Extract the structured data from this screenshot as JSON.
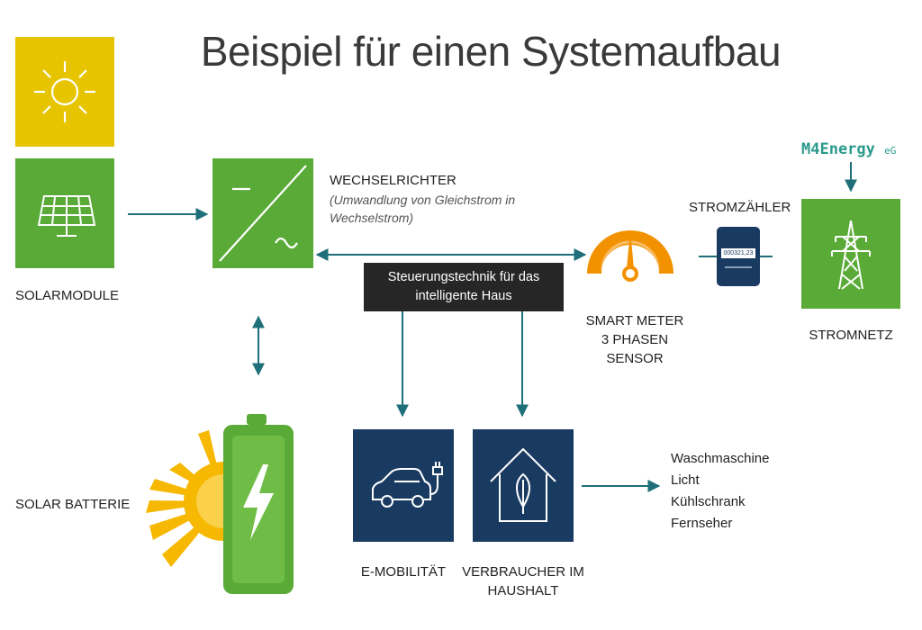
{
  "title": "Beispiel für einen Systemaufbau",
  "solarmodule": {
    "label": "SOLARMODULE",
    "icons": [
      "sun-icon",
      "solar-panel-icon"
    ]
  },
  "wechselrichter": {
    "label": "WECHSELRICHTER",
    "description": "(Umwandlung von Gleichstrom in Wechselstrom)",
    "description_line1": "(Umwandlung von Gleichstrom in",
    "description_line2": "Wechselstrom)",
    "icon": "inverter-icon"
  },
  "steuerung": {
    "line1": "Steuerungstechnik für das",
    "line2": "intelligente Haus"
  },
  "smart_meter": {
    "line1": "SMART METER",
    "line2": "3 PHASEN SENSOR",
    "icon": "gauge-icon"
  },
  "stromzaehler": {
    "label": "STROMZÄHLER",
    "reading": "000321,23",
    "icon": "electricity-meter-icon"
  },
  "stromnetz": {
    "label": "STROMNETZ",
    "icon": "power-pylon-icon"
  },
  "brand": {
    "name": "M4Energy",
    "suffix": "eG"
  },
  "batterie": {
    "label": "SOLAR BATTERIE",
    "icon": "battery-icon"
  },
  "e_mobilitaet": {
    "label": "E-MOBILITÄT",
    "icon": "electric-car-icon"
  },
  "verbraucher": {
    "line1": "VERBRAUCHER IM",
    "line2": "HAUSHALT",
    "icon": "house-leaf-icon"
  },
  "consumers": [
    "Waschmaschine",
    "Licht",
    "Kühlschrank",
    "Fernseher"
  ],
  "colors": {
    "yellow": "#e7c400",
    "green": "#5aaa38",
    "navy": "#1a3b61",
    "orange": "#f39200",
    "teal": "#1f6f7a",
    "dark": "#262626"
  }
}
